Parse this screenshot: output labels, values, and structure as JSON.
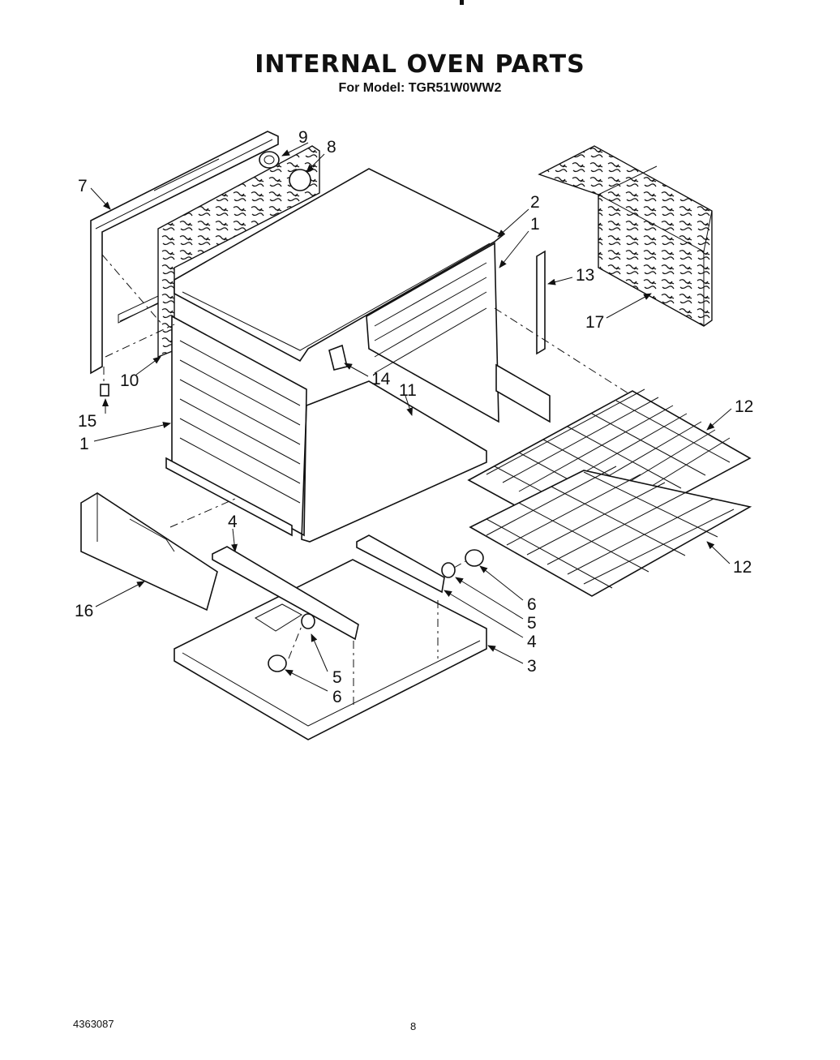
{
  "header": {
    "title": "INTERNAL OVEN PARTS",
    "subtitle": "For Model: TGR51W0WW2"
  },
  "footer": {
    "doc_number": "4363087",
    "page_number": "8"
  },
  "callouts": {
    "c1a": "1",
    "c1b": "1",
    "c2": "2",
    "c3": "3",
    "c4a": "4",
    "c4b": "4",
    "c5a": "5",
    "c5b": "5",
    "c6a": "6",
    "c6b": "6",
    "c7": "7",
    "c8": "8",
    "c9": "9",
    "c10": "10",
    "c11": "11",
    "c12a": "12",
    "c12b": "12",
    "c13": "13",
    "c14": "14",
    "c15": "15",
    "c16": "16",
    "c17": "17"
  }
}
